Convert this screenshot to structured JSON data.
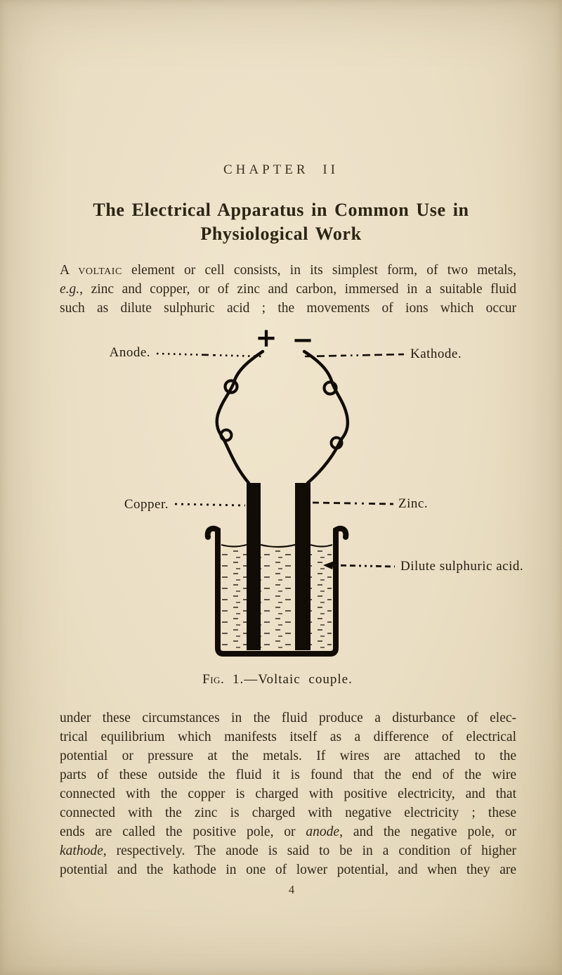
{
  "page": {
    "number": "4"
  },
  "header": {
    "chapter": "CHAPTER II",
    "title_line1": "The Electrical Apparatus in Common Use in",
    "title_line2": "Physiological Work"
  },
  "paragraphs": {
    "para1": [
      [
        {
          "text": "A "
        },
        {
          "text": "voltaic",
          "style": "smallcaps"
        },
        {
          "text": " element or cell consists, in its simplest form, of two metals,"
        }
      ],
      [
        {
          "text": "e.g.",
          "style": "italic"
        },
        {
          "text": ", zinc and copper, or of zinc and carbon, immersed in a suitable fluid"
        }
      ],
      [
        {
          "text": "such as dilute sulphuric acid ; the movements of ions which occur"
        }
      ]
    ],
    "para2": [
      [
        {
          "text": "under these circumstances in the fluid produce a disturbance of elec-"
        }
      ],
      [
        {
          "text": "trical equilibrium which manifests itself as a difference of electrical"
        }
      ],
      [
        {
          "text": "potential or pressure at the metals. If wires are attached to the"
        }
      ],
      [
        {
          "text": "parts of these outside the fluid it is found that the end of the wire"
        }
      ],
      [
        {
          "text": "connected with the copper is charged with positive electricity, and that"
        }
      ],
      [
        {
          "text": "connected with the zinc is charged with negative electricity ; these"
        }
      ],
      [
        {
          "text": "ends are called the positive pole, or "
        },
        {
          "text": "anode",
          "style": "italic"
        },
        {
          "text": ", and the negative pole, or"
        }
      ],
      [
        {
          "text": "kathode",
          "style": "italic"
        },
        {
          "text": ", respectively. The anode is said to be in a condition of higher"
        }
      ],
      [
        {
          "text": "potential and the kathode in one of lower potential, and when they are"
        }
      ]
    ]
  },
  "figure": {
    "plus_sign": "+",
    "minus_sign": "−",
    "anode_label": "Anode.",
    "kathode_label": "Kathode.",
    "copper_label": "Copper.",
    "zinc_label": "Zinc.",
    "acid_label": "Dilute sulphuric acid.",
    "caption": [
      {
        "text": "Fig.",
        "style": "smallcaps"
      },
      {
        "text": " 1.—Voltaic couple."
      }
    ]
  },
  "colors": {
    "paper": "#eadec4",
    "text_ink": "#2f2718",
    "figure_ink": "#17100a"
  }
}
